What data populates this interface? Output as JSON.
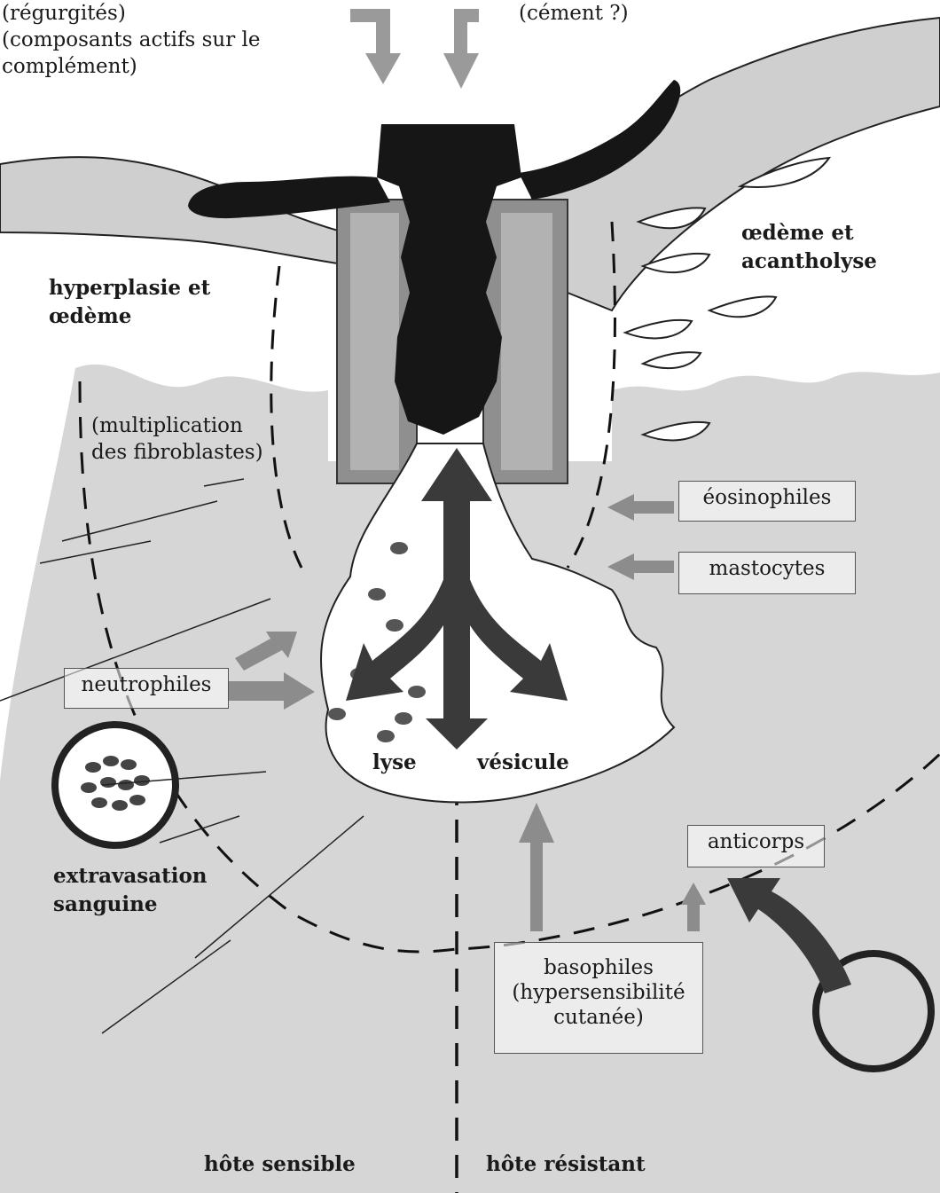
{
  "labels": {
    "regurgites": "(régurgités)",
    "composants": "(composants actifs sur le",
    "complement": "complément)",
    "cement": "(cément ?)",
    "hyperplasie_line1": "hyperplasie et",
    "hyperplasie_line2": "œdème",
    "oedeme_line1": "œdème et",
    "oedeme_line2": "acantholyse",
    "multiplication_line1": "(multiplication",
    "multiplication_line2": "des fibroblastes)",
    "neutrophiles": "neutrophiles",
    "eosinophiles": "éosinophiles",
    "mastocytes": "mastocytes",
    "lyse": "lyse",
    "vesicule": "vésicule",
    "extravasation_line1": "extravasation",
    "extravasation_line2": "sanguine",
    "anticorps": "anticorps",
    "basophiles_line1": "basophiles",
    "basophiles_line2": "(hypersensibilité",
    "basophiles_line3": "cutanée)",
    "hote_sensible": "hôte sensible",
    "hote_resistant": "hôte résistant"
  },
  "colors": {
    "tissue": "#d6d6d6",
    "tick": "#161616",
    "sheath_dark": "#8f8f8f",
    "sheath_light": "#b6b6b6",
    "arrow_grey": "#8c8c8c",
    "arrow_dark": "#3a3a3a"
  }
}
